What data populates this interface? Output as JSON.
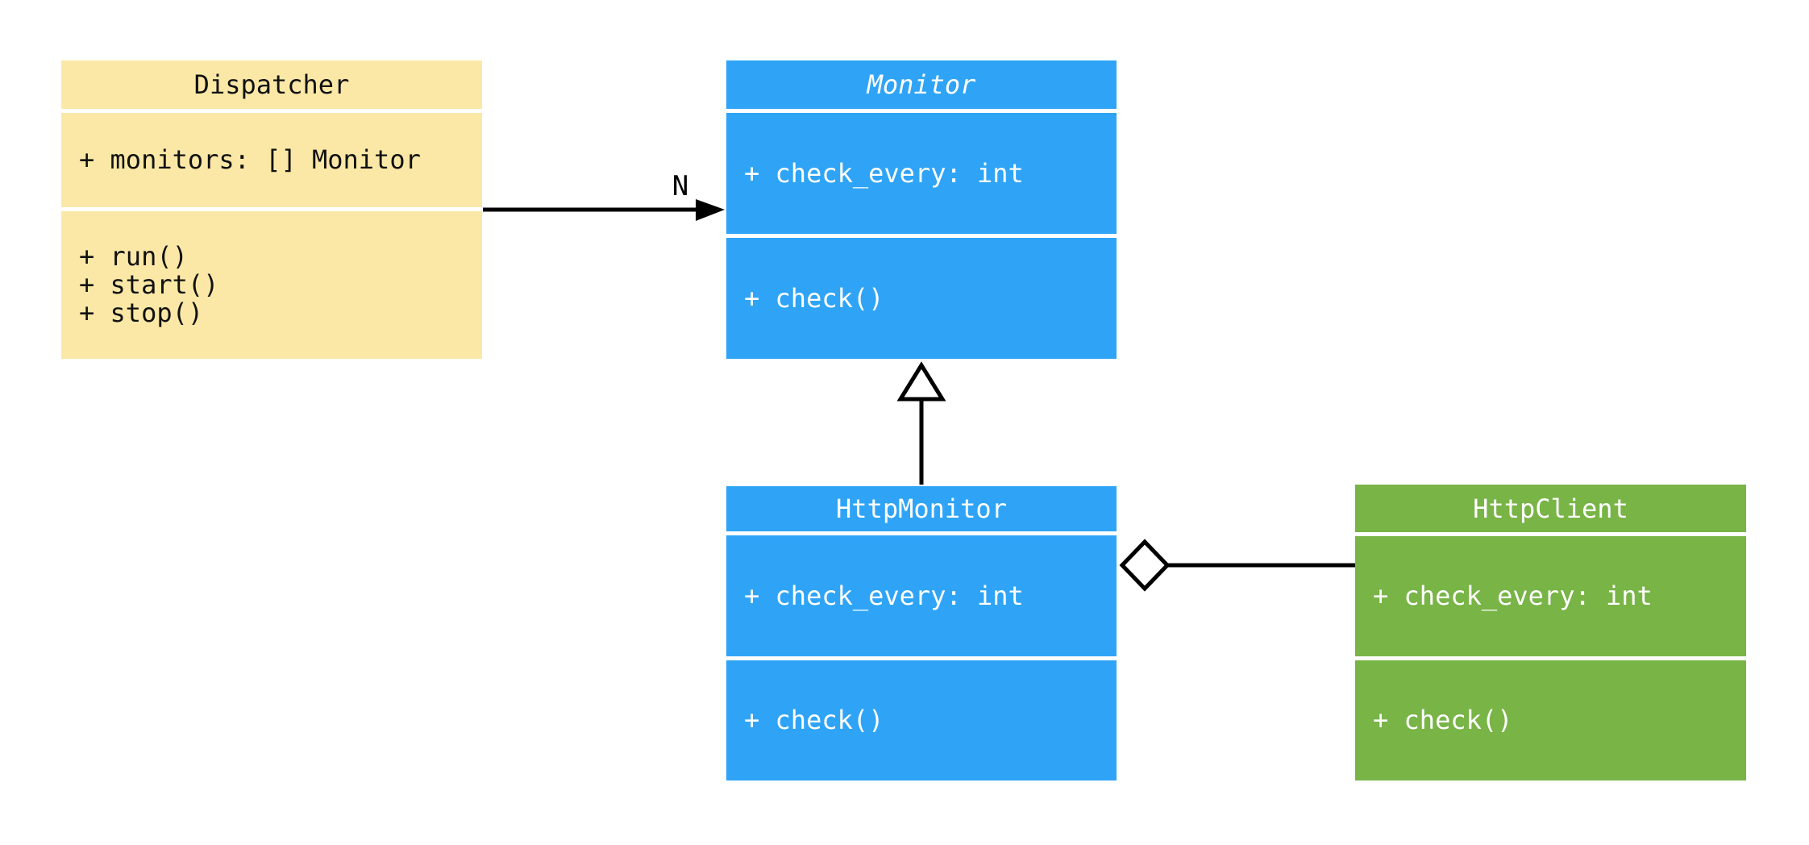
{
  "diagram": {
    "kind": "uml-class-diagram",
    "background": "#ffffff",
    "line_color": "#000000",
    "classes": [
      {
        "name": "Dispatcher",
        "abstract": false,
        "fill": "#FBE8A6",
        "text_color": "#111111",
        "attributes": [
          "+ monitors: [] Monitor"
        ],
        "methods": [
          "+ run()",
          "+ start()",
          "+ stop()"
        ]
      },
      {
        "name": "Monitor",
        "abstract": true,
        "fill": "#2FA4F7",
        "text_color": "#ffffff",
        "attributes": [
          "+ check_every: int"
        ],
        "methods": [
          "+ check()"
        ]
      },
      {
        "name": "HttpMonitor",
        "abstract": false,
        "fill": "#2FA4F7",
        "text_color": "#ffffff",
        "attributes": [
          "+ check_every: int"
        ],
        "methods": [
          "+ check()"
        ]
      },
      {
        "name": "HttpClient",
        "abstract": false,
        "fill": "#78B446",
        "text_color": "#ffffff",
        "attributes": [
          "+ check_every: int"
        ],
        "methods": [
          "+ check()"
        ]
      }
    ],
    "relationships": [
      {
        "type": "association",
        "from": "Dispatcher",
        "to": "Monitor",
        "label": "N"
      },
      {
        "type": "inheritance",
        "from": "HttpMonitor",
        "to": "Monitor",
        "label": ""
      },
      {
        "type": "aggregation",
        "from": "HttpMonitor",
        "to": "HttpClient",
        "label": ""
      }
    ]
  }
}
